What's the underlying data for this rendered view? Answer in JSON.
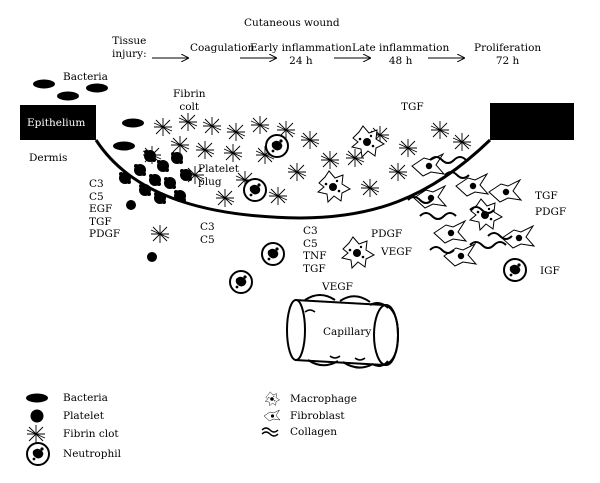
{
  "title": "Cutaneous wound",
  "timeline": {
    "tissue_injury_line1": "Tissue",
    "tissue_injury_line2": "injury:",
    "coagulation": "Coagulation",
    "early_line1": "Early inflammation",
    "early_line2": "24 h",
    "late_line1": "Late inflammation",
    "late_line2": "48 h",
    "prolif_line1": "Proliferation",
    "prolif_line2": "72 h"
  },
  "labels": {
    "bacteria": "Bacteria",
    "fibrin_line1": "Fibrin",
    "fibrin_line2": "colt",
    "epithelium": "Epithelium",
    "dermis": "Dermis",
    "platelet_line1": "Platelet",
    "platelet_line2": "plug",
    "tgf_top": "TGF",
    "capillary": "Capillary",
    "vegf_capillary": "VEGF",
    "pdgf_mid": "PDGF",
    "vegf_mid": "VEGF",
    "tgf_right": "TGF",
    "pdgf_right": "PDGF",
    "igf": "IGF"
  },
  "factor_lists": {
    "left": [
      "C3",
      "C5",
      "EGF",
      "TGF",
      "PDGF"
    ],
    "center": [
      "C3",
      "C5"
    ],
    "inflam": [
      "C3",
      "C5",
      "TNF",
      "TGF"
    ]
  },
  "legend_left": [
    {
      "label": "Bacteria",
      "icon": "bacteria-icon"
    },
    {
      "label": "Platelet",
      "icon": "platelet-icon"
    },
    {
      "label": "Fibrin clot",
      "icon": "fibrin-clot-icon"
    },
    {
      "label": "Neutrophil",
      "icon": "neutrophil-icon"
    }
  ],
  "legend_right": [
    {
      "label": "Macrophage",
      "icon": "macrophage-icon"
    },
    {
      "label": "Fibroblast",
      "icon": "fibroblast-icon"
    },
    {
      "label": "Collagen",
      "icon": "collagen-icon"
    }
  ],
  "colors": {
    "ink": "#000000",
    "background": "#ffffff"
  }
}
